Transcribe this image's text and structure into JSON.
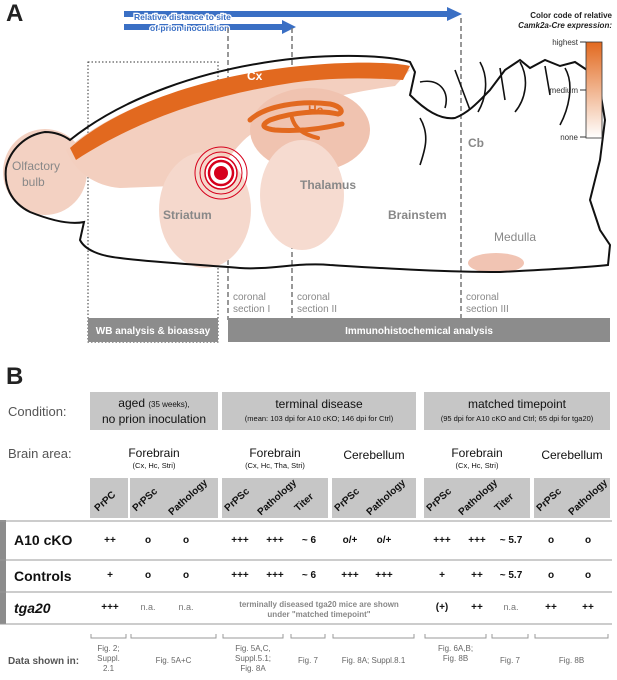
{
  "panel_a": {
    "letter": "A",
    "distance_label_1": "Relative distance to site",
    "distance_label_2": "of prion inoculation",
    "legend_title_1": "Color code of relative",
    "legend_title_2": "Camk2a-Cre expression:",
    "legend_highest": "highest",
    "legend_medium": "medium",
    "legend_none": "none",
    "regions": {
      "cx": "Cx",
      "hc": "Hc",
      "olfactory_1": "Olfactory",
      "olfactory_2": "bulb",
      "striatum": "Striatum",
      "thalamus": "Thalamus",
      "brainstem": "Brainstem",
      "cb": "Cb",
      "medulla": "Medulla"
    },
    "sections": [
      {
        "line1": "coronal",
        "line2": "section I"
      },
      {
        "line1": "coronal",
        "line2": "section II"
      },
      {
        "line1": "coronal",
        "line2": "section III"
      }
    ],
    "wb_label": "WB analysis & bioassay",
    "ihc_label": "Immunohistochemical analysis",
    "colors": {
      "cre": "#e2691f",
      "gray_bar": "#8c8c8c",
      "arrow": "#3a6fc4",
      "target": "#d6001c"
    }
  },
  "panel_b": {
    "letter": "B",
    "condition_label": "Condition:",
    "brain_area_label": "Brain area:",
    "data_shown_label": "Data shown in:",
    "conditions": [
      {
        "title_a": "aged",
        "title_small": "(35 weeks),",
        "title_b": "no prion inoculation"
      },
      {
        "title": "terminal disease",
        "sub": "(mean: 103 dpi for A10 cKO; 146 dpi for Ctrl)"
      },
      {
        "title": "matched timepoint",
        "sub": "(95 dpi for A10 cKO and Ctrl; 65 dpi for tga20)"
      }
    ],
    "areas": [
      {
        "name": "Forebrain",
        "sub": "(Cx, Hc, Stri)"
      },
      {
        "name": "Forebrain",
        "sub": "(Cx, Hc, Tha, Stri)"
      },
      {
        "name": "Cerebellum",
        "sub": ""
      },
      {
        "name": "Forebrain",
        "sub": "(Cx, Hc, Stri)"
      },
      {
        "name": "Cerebellum",
        "sub": ""
      }
    ],
    "columns": [
      "PrPC",
      "PrPSc",
      "Pathology",
      "PrPSc",
      "Pathology",
      "Titer",
      "PrPSc",
      "Pathology",
      "PrPSc",
      "Pathology",
      "Titer",
      "PrPSc",
      "Pathology"
    ],
    "rows": [
      {
        "label": "A10 cKO",
        "cells": [
          "++",
          "o",
          "o",
          "+++",
          "+++",
          "~ 6",
          "o/+",
          "o/+",
          "+++",
          "+++",
          "~ 5.7",
          "o",
          "o"
        ]
      },
      {
        "label": "Controls",
        "cells": [
          "+",
          "o",
          "o",
          "+++",
          "+++",
          "~ 6",
          "+++",
          "+++",
          "+",
          "++",
          "~ 5.7",
          "o",
          "o"
        ]
      },
      {
        "label": "tga20",
        "cells": [
          "+++",
          "n.a.",
          "n.a.",
          "",
          "",
          "",
          "",
          "",
          "(+)",
          "++",
          "n.a.",
          "++",
          "++"
        ]
      }
    ],
    "tga20_note_1": "terminally diseased tga20 mice are shown",
    "tga20_note_2": "under \"matched timepoint\"",
    "footnotes": [
      {
        "l1": "Fig. 2;",
        "l2": "Suppl.",
        "l3": "2.1"
      },
      {
        "l1": "Fig. 5A+C",
        "l2": "",
        "l3": ""
      },
      {
        "l1": "Fig. 5A,C,",
        "l2": "Suppl.5.1;",
        "l3": "Fig. 8A"
      },
      {
        "l1": "Fig. 7",
        "l2": "",
        "l3": ""
      },
      {
        "l1": "Fig. 8A; Suppl.8.1",
        "l2": "",
        "l3": ""
      },
      {
        "l1": "Fig. 6A,B;",
        "l2": "Fig. 8B",
        "l3": ""
      },
      {
        "l1": "Fig. 7",
        "l2": "",
        "l3": ""
      },
      {
        "l1": "Fig. 8B",
        "l2": "",
        "l3": ""
      }
    ]
  }
}
